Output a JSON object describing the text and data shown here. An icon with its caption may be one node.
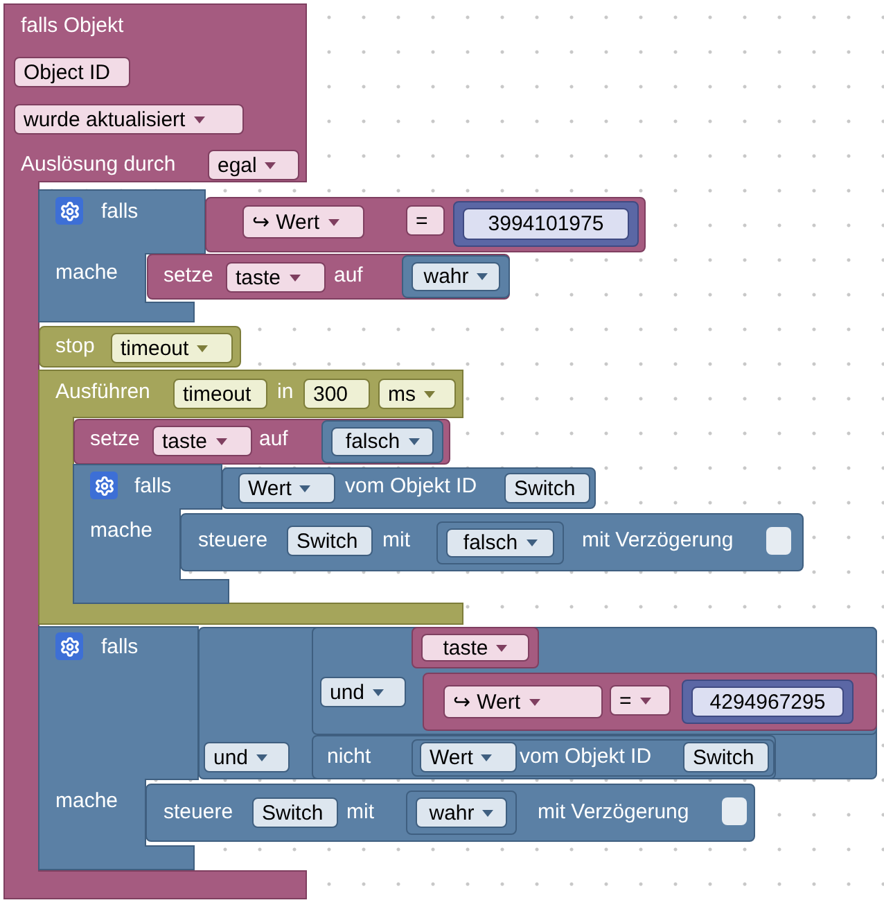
{
  "diagram": {
    "nodes": [
      {
        "text": [
          "falls Objekt",
          "Auslösung durch"
        ]
      },
      {
        "text": [
          "Object ID"
        ],
        "in": 0
      },
      {
        "text": [
          "wurde aktualisiert"
        ],
        "in": 0
      },
      {
        "text": [
          "egal"
        ],
        "in": 0
      },
      {
        "text": [
          "falls",
          "mache"
        ]
      },
      {
        "text": [],
        "shape": "box"
      },
      {
        "text": [
          "↪ Wert"
        ],
        "in": 5
      },
      {
        "text": [
          "="
        ],
        "in": 5
      },
      {
        "text": [
          "3994101975"
        ],
        "in": 5
      },
      {
        "text": [
          "setze",
          "auf"
        ]
      },
      {
        "text": [
          "taste"
        ],
        "in": 9
      },
      {
        "text": [
          "wahr"
        ],
        "in": 9
      },
      {
        "text": [
          "stop"
        ]
      },
      {
        "text": [
          "timeout"
        ],
        "in": 12
      },
      {
        "text": [
          "Ausführen",
          "in"
        ]
      },
      {
        "text": [
          "timeout"
        ],
        "in": 14
      },
      {
        "text": [
          "300"
        ],
        "in": 14
      },
      {
        "text": [
          "ms"
        ],
        "in": 14
      },
      {
        "text": [
          "setze",
          "auf"
        ]
      },
      {
        "text": [
          "taste"
        ],
        "in": 18
      },
      {
        "text": [
          "falsch"
        ],
        "in": 18
      },
      {
        "text": [
          "falls",
          "mache"
        ]
      },
      {
        "text": [
          "vom Objekt ID"
        ]
      },
      {
        "text": [
          "Wert"
        ],
        "in": 22
      },
      {
        "text": [
          "Switch"
        ],
        "in": 22
      },
      {
        "text": [
          "steuere",
          "mit",
          "mit Verzögerung"
        ]
      },
      {
        "text": [
          "Switch"
        ],
        "in": 25
      },
      {
        "text": [
          "falsch"
        ],
        "in": 25
      },
      {
        "text": [
          "falls",
          "mache"
        ]
      },
      {
        "text": [],
        "shape": "box"
      },
      {
        "text": [],
        "shape": "box",
        "in": 29
      },
      {
        "text": [
          "taste"
        ],
        "in": 30
      },
      {
        "text": [
          "und"
        ],
        "in": 30
      },
      {
        "text": [],
        "shape": "box",
        "in": 30
      },
      {
        "text": [
          "↪ Wert"
        ],
        "in": 33
      },
      {
        "text": [
          "="
        ],
        "in": 33
      },
      {
        "text": [
          "4294967295"
        ],
        "in": 33
      },
      {
        "text": [
          "und"
        ],
        "in": 29
      },
      {
        "text": [
          "nicht"
        ],
        "in": 29
      },
      {
        "text": [
          "vom Objekt ID"
        ],
        "in": 38
      },
      {
        "text": [
          "Wert"
        ],
        "in": 39
      },
      {
        "text": [
          "Switch"
        ],
        "in": 39
      },
      {
        "text": [
          "steuere",
          "mit",
          "mit Verzögerung"
        ]
      },
      {
        "text": [
          "Switch"
        ],
        "in": 42
      },
      {
        "text": [
          "wahr"
        ],
        "in": 42
      }
    ]
  }
}
